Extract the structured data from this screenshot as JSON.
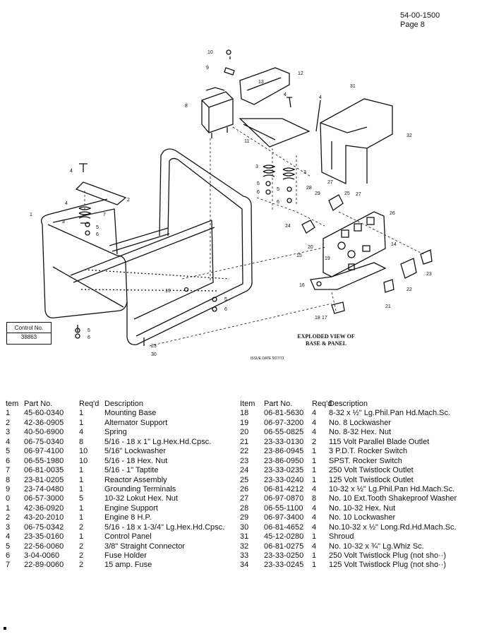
{
  "header": {
    "doc_number": "54-00-1500",
    "page": "Page 8"
  },
  "control_box": {
    "label": "Control No.",
    "number": "38863"
  },
  "caption": {
    "line1": "EXPLODED VIEW OF",
    "line2": "BASE & PANEL"
  },
  "issue_date": "ISSUE DATE 9/27/73",
  "callouts": [
    "1",
    "2",
    "3",
    "4",
    "5",
    "6",
    "7",
    "8",
    "9",
    "10",
    "11",
    "12",
    "13",
    "14",
    "15",
    "16",
    "17",
    "18",
    "19",
    "20",
    "21",
    "22",
    "23",
    "24",
    "25",
    "26",
    "27",
    "28",
    "29",
    "30",
    "31",
    "32"
  ],
  "parts_header": {
    "item": "tem",
    "part_no": "Part No.",
    "reqd": "Req'd",
    "description": "Description"
  },
  "parts_header_right": {
    "item": "Item",
    "part_no": "Part No.",
    "reqd": "Req'd",
    "description": "Description"
  },
  "parts_left": [
    {
      "item": "1",
      "part_no": "45-60-0340",
      "reqd": "1",
      "description": "Mounting Base"
    },
    {
      "item": "2",
      "part_no": "42-36-0905",
      "reqd": "1",
      "description": "Alternator Support"
    },
    {
      "item": "3",
      "part_no": "40-50-6900",
      "reqd": "4",
      "description": "Spring"
    },
    {
      "item": "4",
      "part_no": "06-75-0340",
      "reqd": "8",
      "description": "5/16 - 18 x 1\" Lg.Hex.Hd.Cpsc."
    },
    {
      "item": "5",
      "part_no": "06-97-4100",
      "reqd": "10",
      "description": "5/16\" Lockwasher"
    },
    {
      "item": "6",
      "part_no": "06-55-1980",
      "reqd": "10",
      "description": "5/16 - 18 Hex. Nut"
    },
    {
      "item": "7",
      "part_no": "06-81-0035",
      "reqd": "1",
      "description": "5/16 - 1\" Taptite"
    },
    {
      "item": "8",
      "part_no": "23-81-0205",
      "reqd": "1",
      "description": "Reactor Assembly"
    },
    {
      "item": "9",
      "part_no": "23-74-0480",
      "reqd": "1",
      "description": "Grounding Terminals"
    },
    {
      "item": "0",
      "part_no": "06-57-3000",
      "reqd": "5",
      "description": "10-32 Lokut Hex. Nut"
    },
    {
      "item": "1",
      "part_no": "42-36-0920",
      "reqd": "1",
      "description": "Engine Support"
    },
    {
      "item": "2",
      "part_no": "43-20-2010",
      "reqd": "1",
      "description": "Engine 8 H.P."
    },
    {
      "item": "3",
      "part_no": "06-75-0342",
      "reqd": "2",
      "description": "5/16 - 18 x 1-3/4\" Lg.Hex.Hd.Cpsc."
    },
    {
      "item": "4",
      "part_no": "23-35-0160",
      "reqd": "1",
      "description": "Control Panel"
    },
    {
      "item": "5",
      "part_no": "22-56-0060",
      "reqd": "2",
      "description": "3/8\" Straight Connector"
    },
    {
      "item": "6",
      "part_no": "3-04-0060",
      "reqd": "2",
      "description": "Fuse Holder"
    },
    {
      "item": "7",
      "part_no": "22-89-0060",
      "reqd": "2",
      "description": "15 amp. Fuse"
    }
  ],
  "parts_right": [
    {
      "item": "18",
      "part_no": "06-81-5630",
      "reqd": "4",
      "description": "8-32 x ½\" Lg.Phil.Pan Hd.Mach.Sc."
    },
    {
      "item": "19",
      "part_no": "06-97-3200",
      "reqd": "4",
      "description": "No. 8 Lockwasher"
    },
    {
      "item": "20",
      "part_no": "06-55-0825",
      "reqd": "4",
      "description": "No. 8-32 Hex. Nut"
    },
    {
      "item": "21",
      "part_no": "23-33-0130",
      "reqd": "2",
      "description": "115 Volt Parallel Blade Outlet"
    },
    {
      "item": "22",
      "part_no": "23-86-0945",
      "reqd": "1",
      "description": "3 P.D.T. Rocker Switch"
    },
    {
      "item": "23",
      "part_no": "23-86-0950",
      "reqd": "1",
      "description": "SPST. Rocker Switch"
    },
    {
      "item": "24",
      "part_no": "23-33-0235",
      "reqd": "1",
      "description": "250 Volt Twistlock Outlet"
    },
    {
      "item": "25",
      "part_no": "23-33-0240",
      "reqd": "1",
      "description": "125 Volt Twistlock Outlet"
    },
    {
      "item": "26",
      "part_no": "06-81-4212",
      "reqd": "4",
      "description": "10-32 x ½\" Lg.Phil.Pan Hd.Mach.Sc."
    },
    {
      "item": "27",
      "part_no": "06-97-0870",
      "reqd": "8",
      "description": "No. 10 Ext.Tooth Shakeproof Washer"
    },
    {
      "item": "28",
      "part_no": "06-55-1100",
      "reqd": "4",
      "description": "No. 10-32 Hex. Nut"
    },
    {
      "item": "29",
      "part_no": "06-97-3400",
      "reqd": "4",
      "description": "No. 10 Lockwasher"
    },
    {
      "item": "30",
      "part_no": "06-81-4652",
      "reqd": "4",
      "description": "No.10-32 x ½\" Long.Rd.Hd.Mach.Sc."
    },
    {
      "item": "31",
      "part_no": "45-12-0280",
      "reqd": "1",
      "description": "Shroud"
    },
    {
      "item": "32",
      "part_no": "06-81-0275",
      "reqd": "4",
      "description": "No. 10-32 x ¾\" Lg.Whiz Sc."
    },
    {
      "item": "33",
      "part_no": "23-33-0250",
      "reqd": "1",
      "description": "250 Volt Twistlock Plug (not sho··)"
    },
    {
      "item": "34",
      "part_no": "23-33-0245",
      "reqd": "1",
      "description": "125 Volt Twistlock Plug (not sho··)"
    }
  ]
}
